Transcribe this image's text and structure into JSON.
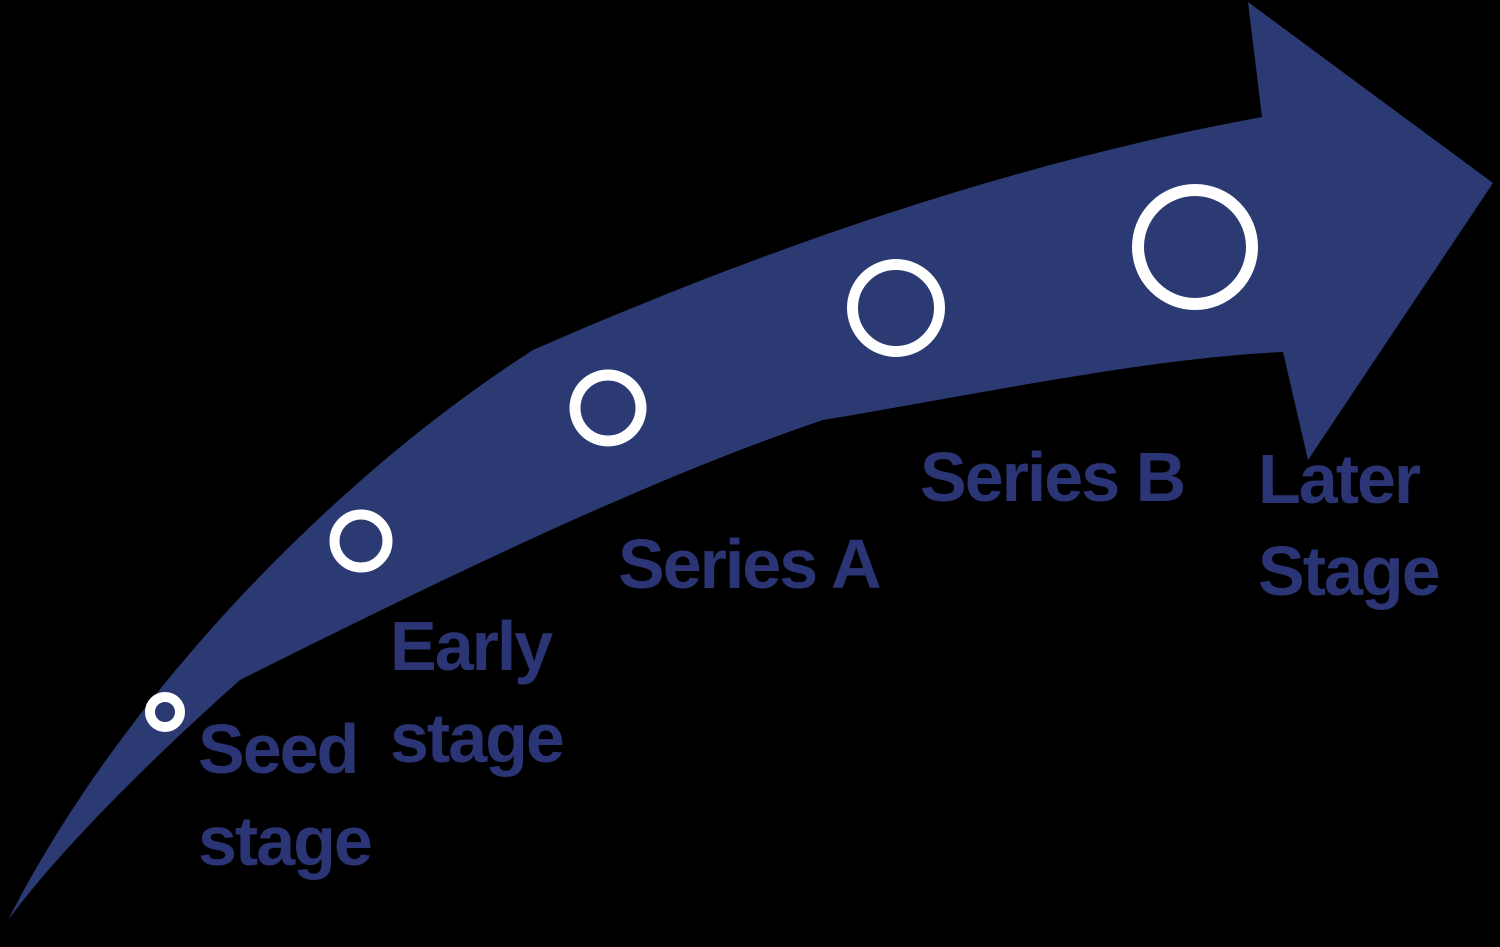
{
  "colors": {
    "background": "#000000",
    "arrow": "#2c3a73",
    "label_text": "#2b3575",
    "marker_ring": "#ffffff"
  },
  "stages": [
    {
      "name": "Seed stage",
      "line1": "Seed",
      "line2": "stage"
    },
    {
      "name": "Early stage",
      "line1": "Early",
      "line2": "stage"
    },
    {
      "name": "Series A",
      "line1": "Series A"
    },
    {
      "name": "Series B",
      "line1": "Series B"
    },
    {
      "name": "Later Stage",
      "line1": "Later",
      "line2": "Stage"
    }
  ]
}
